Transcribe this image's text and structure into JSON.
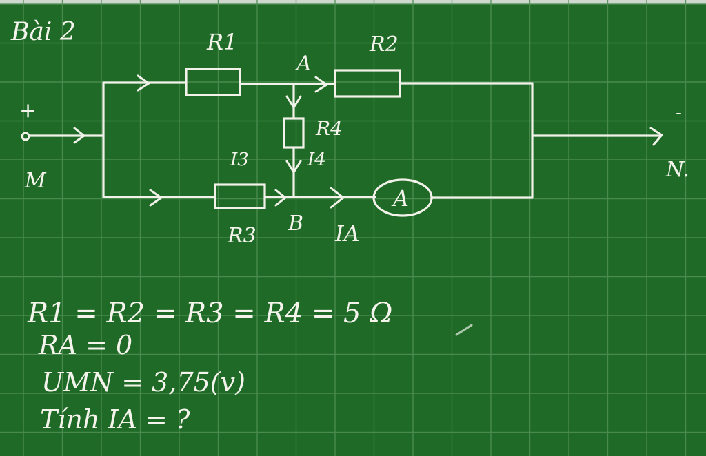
{
  "colors": {
    "board": "#1e6a26",
    "grid": "#4f8e54",
    "chalk": "#f2f2ea",
    "top_strip": "#cfd8cf"
  },
  "title": "Bài 2",
  "circuit": {
    "terminal_plus": "+",
    "terminal_minus": "-",
    "node_m": "M",
    "node_n": "N.",
    "node_a": "A",
    "node_b": "B",
    "ammeter": "A",
    "r1": "R1",
    "r2": "R2",
    "r3": "R3",
    "r4": "R4",
    "i3": "I3",
    "i4": "I4",
    "ia": "IA"
  },
  "given": {
    "line1": "R1 = R2 = R3 = R4 = 5 Ω",
    "line2": "RA = 0",
    "line3": "UMN = 3,75(v)",
    "line4": "Tính IA = ?"
  }
}
